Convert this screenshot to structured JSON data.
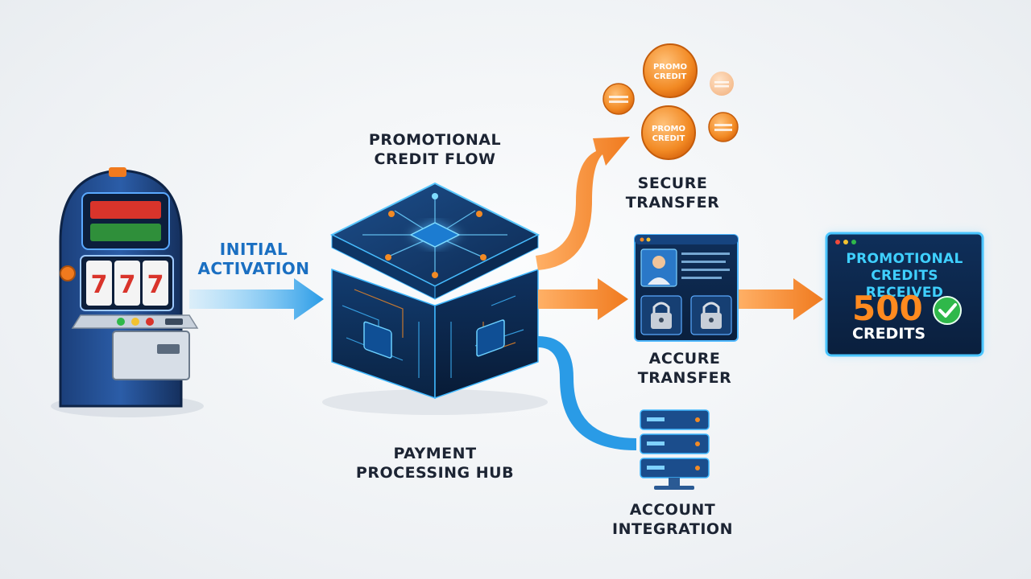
{
  "labels": {
    "initial_activation": [
      "INITIAL",
      "ACTIVATION"
    ],
    "promotional_credit_flow": [
      "PROMOTIONAL",
      "CREDIT FLOW"
    ],
    "payment_processing_hub": [
      "PAYMENT",
      "PROCESSING HUB"
    ],
    "secure_transfer": [
      "SECURE",
      "TRANSFER"
    ],
    "accure_transfer": [
      "ACCURE",
      "TRANSFER"
    ],
    "account_integration": [
      "ACCOUNT",
      "INTEGRATION"
    ]
  },
  "result_panel": {
    "title": [
      "PROMOTIONAL",
      "CREDITS RECEIVED"
    ],
    "amount": "500",
    "unit": "CREDITS"
  },
  "coins": {
    "large_text": [
      "PROMO",
      "CREDIT"
    ]
  },
  "slot_machine": {
    "reel_symbol": "7"
  },
  "colors": {
    "orange_flow": "#f07a1e",
    "blue_flow": "#2a9be6",
    "navy": "#13335f",
    "cyan_glow": "#3fd0ff",
    "success_green": "#2fb84a"
  }
}
